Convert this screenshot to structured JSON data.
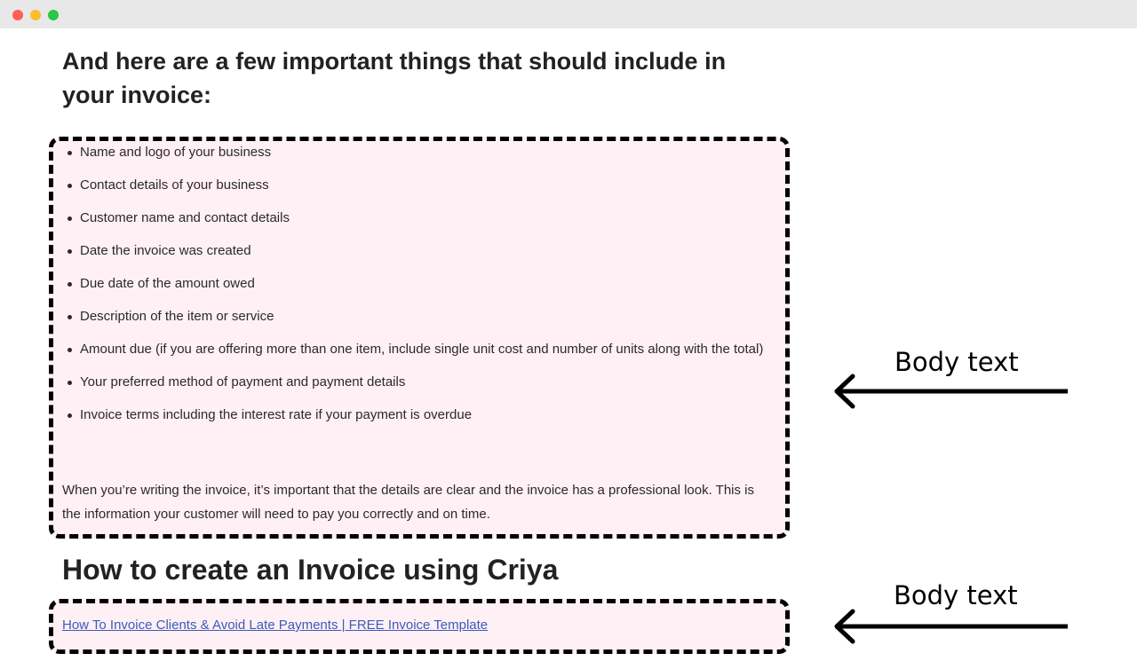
{
  "article": {
    "heading": "And here are a few important things that should include in your invoice:",
    "items": [
      "Name and logo of your business",
      "Contact details of your business",
      "Customer name and contact details",
      "Date the invoice was created",
      "Due date of the amount owed",
      "Description of the item or service",
      "Amount due (if you are offering more than one item, include single unit cost and number of units along with the total)",
      "Your preferred method of payment and payment details",
      "Invoice terms including the interest rate if your payment is overdue"
    ],
    "paragraph": "When you’re writing the invoice, it’s important that the details are clear and the invoice has a professional look. This is the information your customer will need to pay you correctly and on time.",
    "section_heading": "How to create an Invoice using Criya",
    "link_text": "How To Invoice Clients & Avoid Late Payments | FREE Invoice Template"
  },
  "annotations": [
    {
      "label": "Body text",
      "icon": "arrow-left-icon"
    },
    {
      "label": "Body text",
      "icon": "arrow-left-icon"
    }
  ],
  "colors": {
    "highlight_background": "#fff0f6",
    "dashed_border": "#000000",
    "link": "#3b5cb8",
    "text": "#2a2a2a"
  }
}
